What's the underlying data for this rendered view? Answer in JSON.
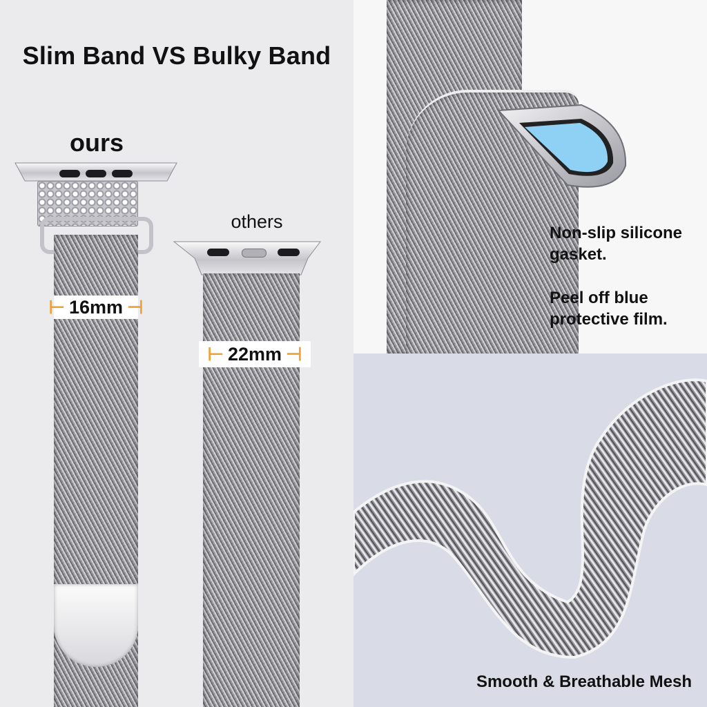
{
  "title": "Slim Band VS Bulky Band",
  "ours_label": "ours",
  "others_label": "others",
  "ours_width": "16mm",
  "others_width": "22mm",
  "features": {
    "gasket": "Non-slip silicone gasket.",
    "film": "Peel off blue protective film.",
    "mesh": "Smooth & Breathable Mesh"
  },
  "colors": {
    "accent": "#f0a030",
    "film_blue": "#8fd0f5",
    "bottom_panel_bg": "#d9dbe6"
  }
}
